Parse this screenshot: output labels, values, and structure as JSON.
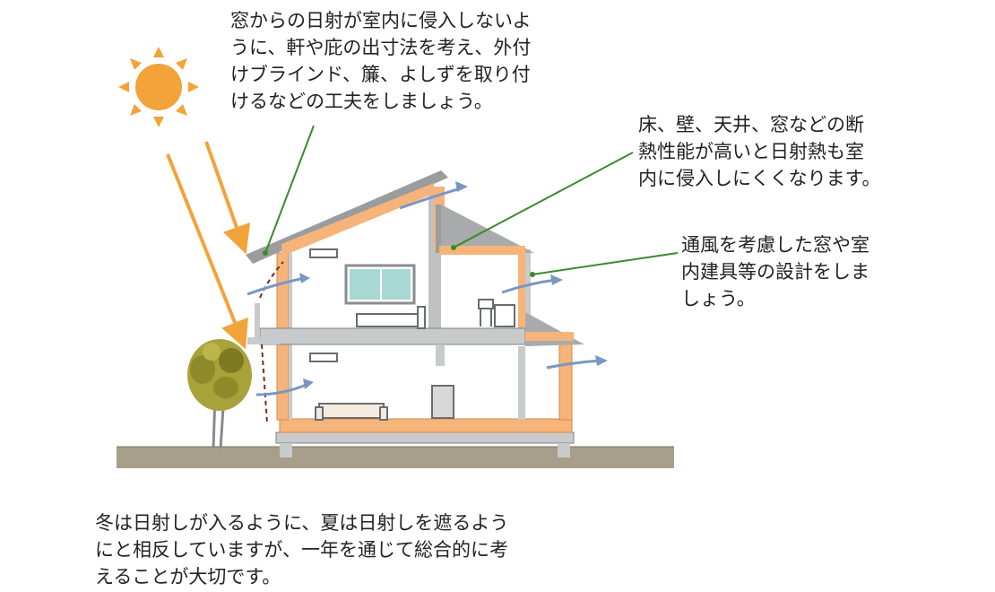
{
  "notes": {
    "window_shading": {
      "lines": [
        "窓からの日射が室内に侵入しないよ",
        "うに、軒や庇の出寸法を考え、外付",
        "けブラインド、簾、よしずを取り付",
        "けるなどの工夫をしましょう。"
      ]
    },
    "insulation": {
      "lines": [
        "床、壁、天井、窓などの断",
        "熱性能が高いと日射熱も室",
        "内に侵入しにくくなります。"
      ]
    },
    "ventilation": {
      "lines": [
        "通風を考慮した窓や室",
        "内建具等の設計をしま",
        "しょう。"
      ]
    },
    "summary": {
      "lines": [
        "冬は日射しが入るように、夏は日射しを遮るよう",
        "にと相反していますが、一年を通じて総合的に考",
        "えることが大切です。"
      ]
    }
  },
  "colors": {
    "sun": "#F2A33A",
    "insulation": "#F6B47A",
    "leader_line": "#3A8A2E",
    "airflow": "#7A97C2",
    "ground": "#A89F8A",
    "structure": "#BFC1C3",
    "roof": "#9A9C9E",
    "tree": "#A8A23A"
  },
  "icons": [
    "sun-icon",
    "tree-icon",
    "sofa-icon",
    "bed-icon",
    "chair-icon",
    "air-conditioner-icon"
  ]
}
